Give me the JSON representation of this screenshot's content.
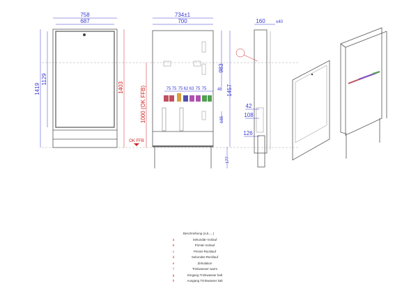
{
  "front_view": {
    "width_outer": "758",
    "width_inner": "687",
    "height_total": "1419",
    "height_door": "1129",
    "height_red": "1403",
    "ok_ffb": "OK FFB",
    "height_ffb": "1000 (OK FFB)"
  },
  "open_view": {
    "width_outer": "734±1",
    "width_inner": "700",
    "height_upper": "983",
    "height_total": "1457",
    "offset_48": "48",
    "offset_185": "185",
    "leg": "177",
    "spacings": [
      "75",
      "75",
      "75",
      "62",
      "63",
      "75",
      "75"
    ]
  },
  "side_view": {
    "depth": "160",
    "adjust": "±40",
    "d42": "42",
    "d108": "108",
    "d126": "126"
  },
  "legend": {
    "title": "Beschreibung (a,b,....)",
    "rows": [
      {
        "key": "a",
        "label": "Sekundär-Vorlauf"
      },
      {
        "key": "b",
        "label": "Primär-Vorlauf"
      },
      {
        "key": "c",
        "label": "Primär-Rücklauf"
      },
      {
        "key": "d",
        "label": "Sekundär-Rücklauf"
      },
      {
        "key": "e",
        "label": "Zirkulation"
      },
      {
        "key": "f",
        "label": "Trinkwasser warm"
      },
      {
        "key": "g",
        "label": "Eingang Trinkwasser kalt"
      },
      {
        "key": "h",
        "label": "Ausgang Trinkwasser kalt"
      }
    ]
  },
  "colors": {
    "dimension": "#3a3ad0",
    "reference": "#d02020"
  }
}
